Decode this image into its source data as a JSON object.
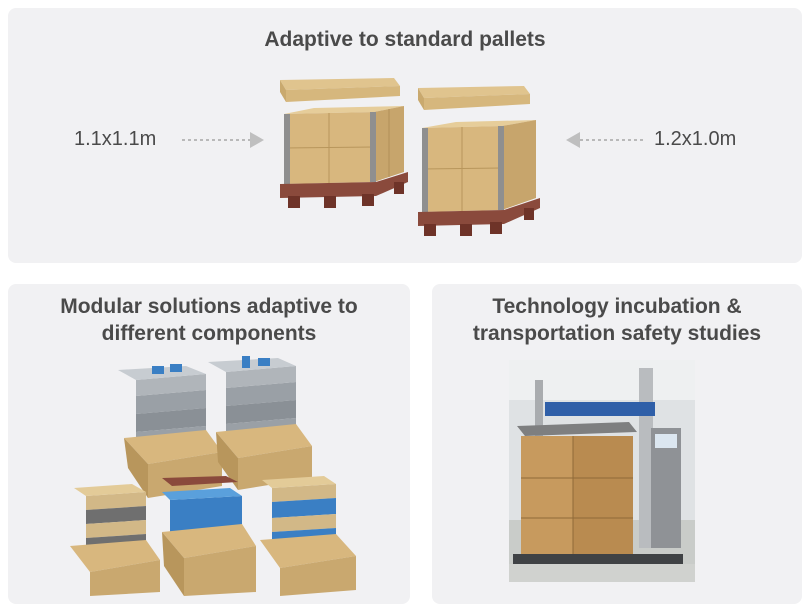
{
  "top_panel": {
    "title": "Adaptive to standard pallets",
    "left_dimension": "1.1x1.1m",
    "right_dimension": "1.2x1.0m",
    "illustration": "two-pallets-with-boxes"
  },
  "left_panel": {
    "title_line1": "Modular solutions adaptive to",
    "title_line2": "different components",
    "illustration": "modular-packaging-boxes"
  },
  "right_panel": {
    "title_line1": "Technology incubation &",
    "title_line2": "transportation safety studies",
    "illustration": "drop-test-machine-photo"
  },
  "colors": {
    "panel_bg": "#f1f1f3",
    "cardboard": "#d8b77e",
    "pallet": "#8a4a3c",
    "tray_blue": "#3a7fc4"
  }
}
